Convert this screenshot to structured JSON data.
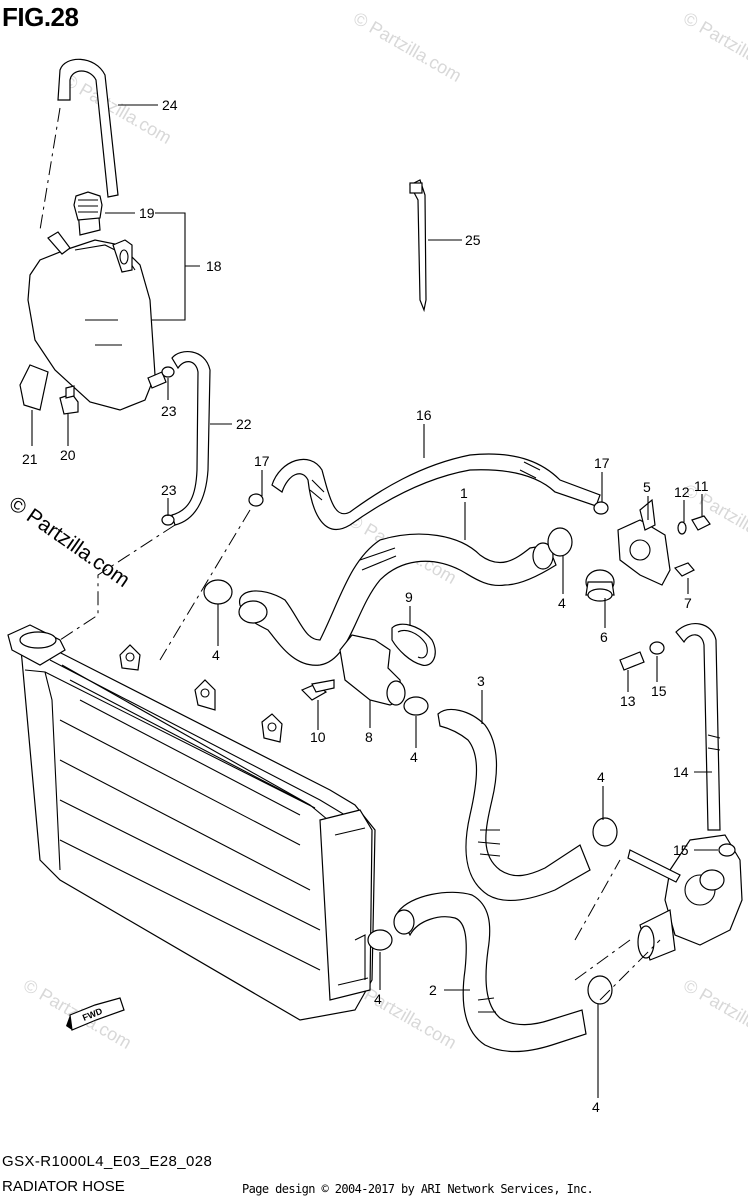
{
  "figure": {
    "title": "FIG.28",
    "model_code": "GSX-R1000L4_E03_E28_028",
    "name": "RADIATOR HOSE",
    "copyright": "Page design © 2004-2017 by ARI Network Services, Inc.",
    "watermark": "© Partzilla.com",
    "fwd_label": "FWD"
  },
  "callouts": [
    "1",
    "2",
    "3",
    "4",
    "5",
    "6",
    "7",
    "8",
    "9",
    "10",
    "11",
    "12",
    "13",
    "14",
    "15",
    "16",
    "17",
    "18",
    "19",
    "20",
    "21",
    "22",
    "23",
    "24",
    "25"
  ],
  "callout_labels": {
    "c24": "24",
    "c19": "19",
    "c18": "18",
    "c25": "25",
    "c23a": "23",
    "c22": "22",
    "c21": "21",
    "c20": "20",
    "c16": "16",
    "c17a": "17",
    "c23b": "23",
    "c17b": "17",
    "c5": "5",
    "c12": "12",
    "c11": "11",
    "c1": "1",
    "c4a": "4",
    "c6": "6",
    "c7": "7",
    "c9": "9",
    "c4b": "4",
    "c8": "8",
    "c10": "10",
    "c4c": "4",
    "c3": "3",
    "c13": "13",
    "c15a": "15",
    "c14": "14",
    "c4d": "4",
    "c15b": "15",
    "c4e": "4",
    "c2": "2",
    "c4f": "4"
  }
}
